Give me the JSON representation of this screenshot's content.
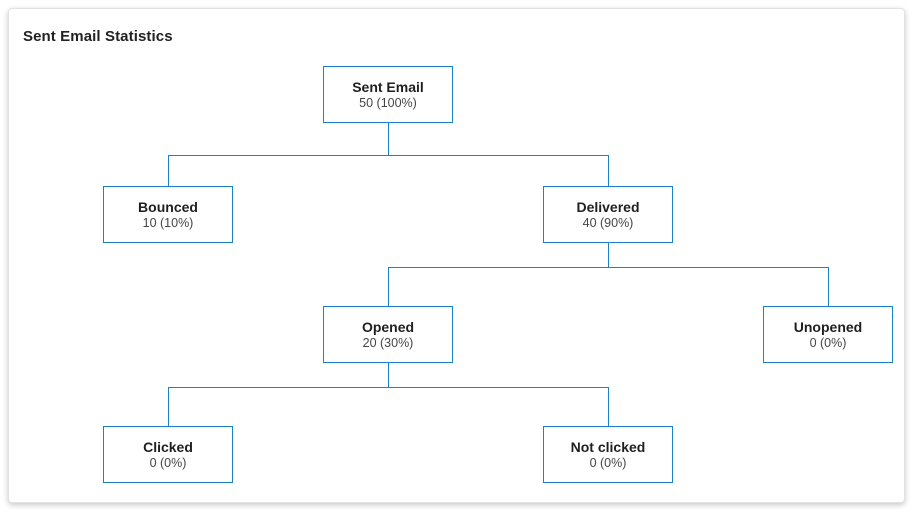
{
  "card": {
    "title": "Sent Email Statistics"
  },
  "colors": {
    "accent": "#1c82c8",
    "title_text": "#222222",
    "node_label": "#1f1f1f",
    "node_value": "#454545",
    "card_border": "#e2e2e2"
  },
  "tree": {
    "nodes": [
      {
        "id": "sent-email",
        "label": "Sent Email",
        "value": "50 (100%)"
      },
      {
        "id": "bounced",
        "label": "Bounced",
        "value": "10 (10%)"
      },
      {
        "id": "delivered",
        "label": "Delivered",
        "value": "40 (90%)"
      },
      {
        "id": "opened",
        "label": "Opened",
        "value": "20 (30%)"
      },
      {
        "id": "unopened",
        "label": "Unopened",
        "value": "0 (0%)"
      },
      {
        "id": "clicked",
        "label": "Clicked",
        "value": "0 (0%)"
      },
      {
        "id": "not-clicked",
        "label": "Not clicked",
        "value": "0 (0%)"
      }
    ],
    "edges": [
      {
        "from": "sent-email",
        "to": "bounced"
      },
      {
        "from": "sent-email",
        "to": "delivered"
      },
      {
        "from": "delivered",
        "to": "opened"
      },
      {
        "from": "delivered",
        "to": "unopened"
      },
      {
        "from": "opened",
        "to": "clicked"
      },
      {
        "from": "opened",
        "to": "not-clicked"
      }
    ]
  }
}
